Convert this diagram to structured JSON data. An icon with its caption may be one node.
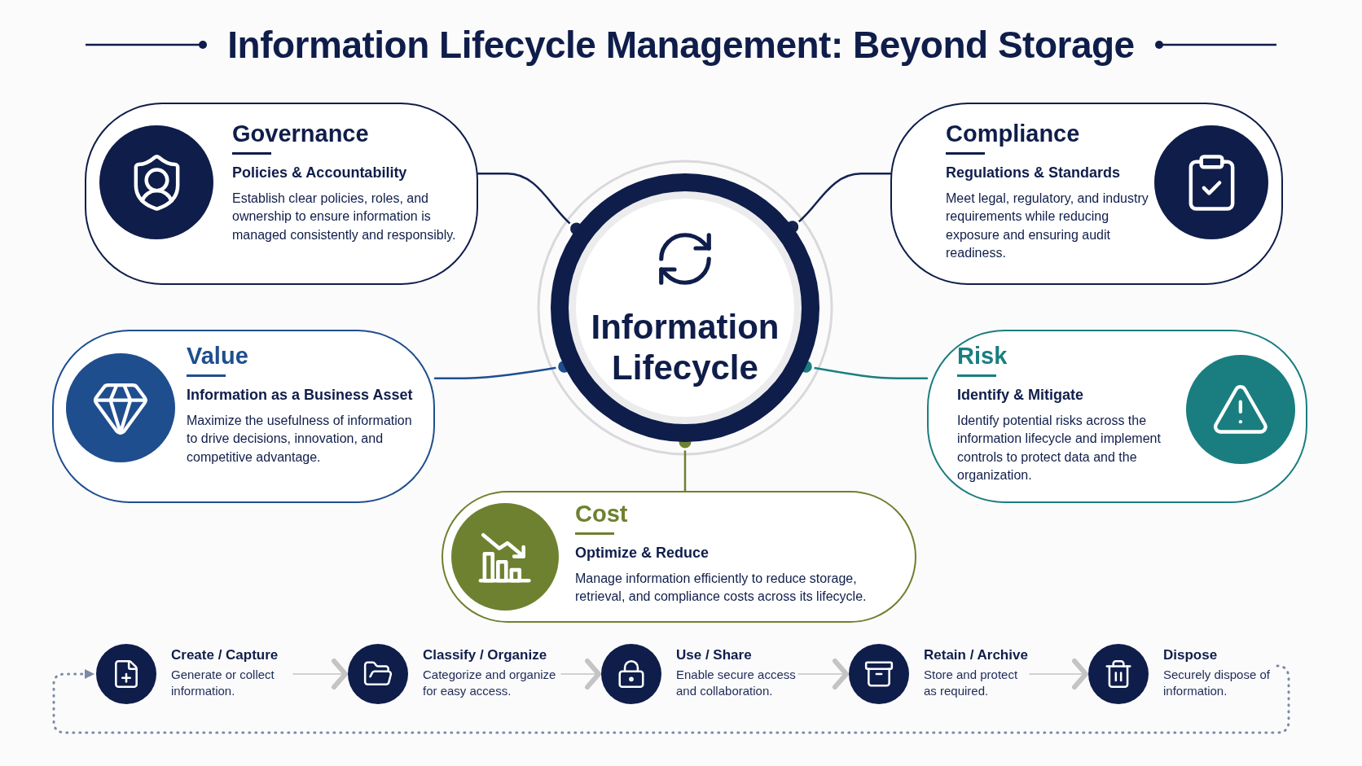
{
  "diagram": {
    "title": "Information Lifecycle Management: Beyond Storage",
    "nodes": [
      {
        "text": [
          "Information Lifecycle"
        ]
      },
      {
        "text": [
          "Governance",
          "Policies & Accountability",
          "Establish clear policies, roles, and ownership to ensure information is managed consistently and responsibly."
        ]
      },
      {
        "text": [
          "Compliance",
          "Regulations & Standards",
          "Meet legal, regulatory, and industry requirements while reducing exposure and ensuring audit readiness."
        ]
      },
      {
        "text": [
          "Value",
          "Information as a Business Asset",
          "Maximize the usefulness of information to drive decisions, innovation, and competitive advantage."
        ]
      },
      {
        "text": [
          "Risk",
          "Identify & Mitigate",
          "Identify potential risks across the information lifecycle and implement controls to protect data and the organization."
        ]
      },
      {
        "text": [
          "Cost",
          "Optimize & Reduce",
          "Manage information efficiently to reduce storage, retrieval, and compliance costs across its lifecycle."
        ]
      },
      {
        "text": [
          "Create / Capture",
          "Generate or collect information."
        ]
      },
      {
        "text": [
          "Classify / Organize",
          "Categorize and organize for easy access."
        ]
      },
      {
        "text": [
          "Use / Share",
          "Enable secure access and collaboration."
        ]
      },
      {
        "text": [
          "Retain / Archive",
          "Store and protect as required."
        ]
      },
      {
        "text": [
          "Dispose",
          "Securely dispose of information."
        ]
      }
    ],
    "edges": [
      {
        "from": 1,
        "to": 0,
        "arrow": "other",
        "color": "#14224f"
      },
      {
        "from": 2,
        "to": 0,
        "arrow": "other",
        "color": "#14224f"
      },
      {
        "from": 3,
        "to": 0,
        "arrow": "other",
        "color": "#1f4e8f"
      },
      {
        "from": 4,
        "to": 0,
        "arrow": "other",
        "color": "#1a7e80"
      },
      {
        "from": 5,
        "to": 0,
        "arrow": "other",
        "color": "#6e8130"
      },
      {
        "from": 6,
        "to": 7,
        "arrow": "to",
        "color": "#c4c4c4"
      },
      {
        "from": 7,
        "to": 8,
        "arrow": "to",
        "color": "#c4c4c4"
      },
      {
        "from": 8,
        "to": 9,
        "arrow": "to",
        "color": "#c4c4c4"
      },
      {
        "from": 9,
        "to": 10,
        "arrow": "to",
        "color": "#c4c4c4"
      },
      {
        "from": 10,
        "to": 6,
        "arrow": "to",
        "style": "dashed",
        "color": "#7b8aa5"
      }
    ]
  }
}
